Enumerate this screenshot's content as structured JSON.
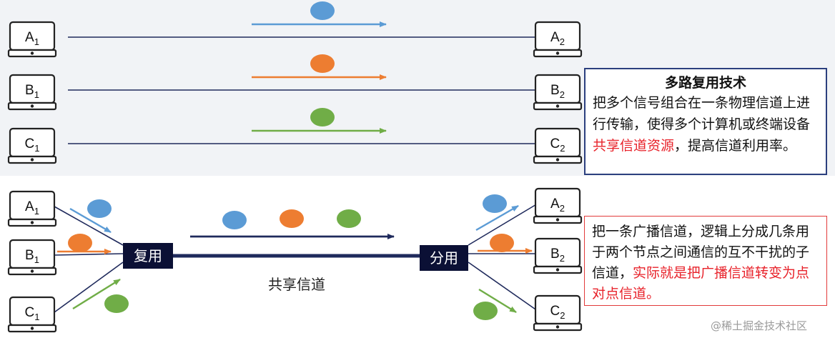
{
  "colors": {
    "line": "#1f2a5c",
    "box": "#0b1035",
    "blue": "#5b9bd5",
    "orange": "#ed7d31",
    "green": "#70ad47",
    "highlight": "#e8232b",
    "note1_border": "#2b3f7e",
    "note2_border": "#e23b3b"
  },
  "top": {
    "left_terminals": [
      {
        "letter": "A",
        "sub": "1"
      },
      {
        "letter": "B",
        "sub": "1"
      },
      {
        "letter": "C",
        "sub": "1"
      }
    ],
    "right_terminals": [
      {
        "letter": "A",
        "sub": "2"
      },
      {
        "letter": "B",
        "sub": "2"
      },
      {
        "letter": "C",
        "sub": "2"
      }
    ]
  },
  "bottom": {
    "left_terminals": [
      {
        "letter": "A",
        "sub": "1"
      },
      {
        "letter": "B",
        "sub": "1"
      },
      {
        "letter": "C",
        "sub": "1"
      }
    ],
    "right_terminals": [
      {
        "letter": "A",
        "sub": "2"
      },
      {
        "letter": "B",
        "sub": "2"
      },
      {
        "letter": "C",
        "sub": "2"
      }
    ],
    "mux_label": "复用",
    "demux_label": "分用",
    "channel_label": "共享信道"
  },
  "note1": {
    "title": "多路复用技术",
    "text_before": "把多个信号组合在一条物理信道上进行传输，使得多个计算机或终端设备",
    "highlight": "共享信道资源",
    "text_after": "，提高信道利用率。"
  },
  "note2": {
    "text_before": "把一条广播信道，逻辑上分成几条用于两个节点之间通信的互不干扰的子信道，",
    "highlight": "实际就是把广播信道转变为点对点信道。"
  },
  "watermark": "@稀土掘金技术社区"
}
